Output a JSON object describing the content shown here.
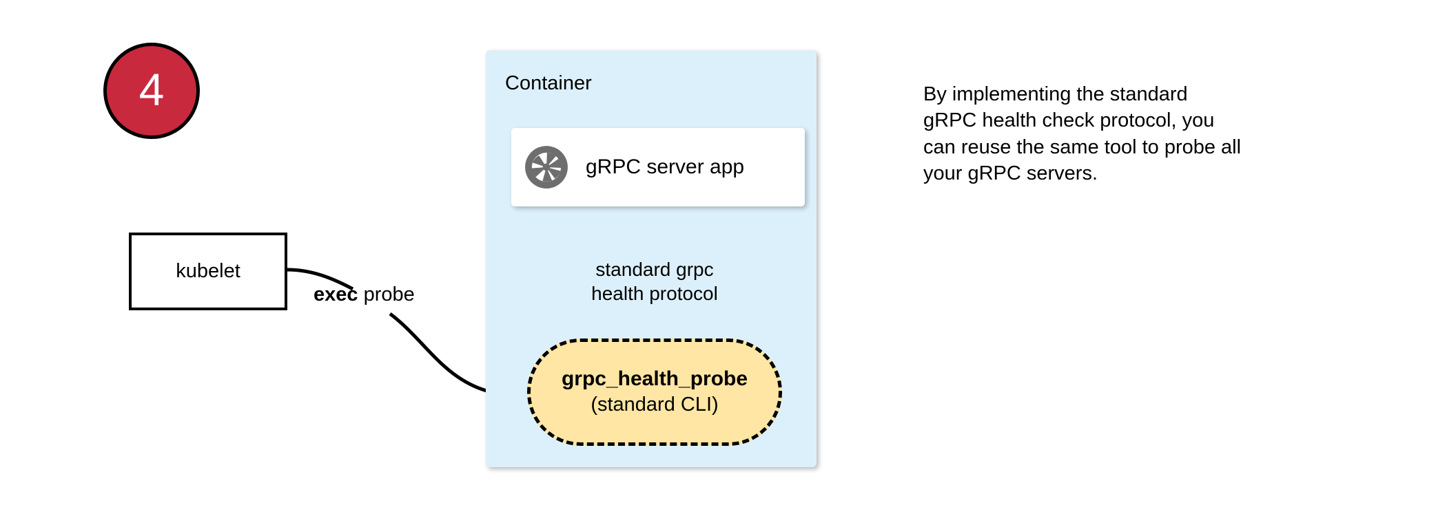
{
  "step": {
    "number": "4",
    "badge_color": "#c9293c",
    "badge_text_color": "#ffffff"
  },
  "kubelet": {
    "label": "kubelet"
  },
  "container": {
    "title": "Container",
    "fill_color": "#dcf0fb"
  },
  "server_card": {
    "icon": "aperture-icon",
    "label": "gRPC server app",
    "icon_color": "#6e6e6e"
  },
  "probe_node": {
    "title": "grpc_health_probe",
    "subtitle": "(standard CLI)",
    "fill_color": "#ffe6a5",
    "border_style": "dashed",
    "border_color": "#000000"
  },
  "connectors": {
    "exec_probe": {
      "label_bold": "exec",
      "label_rest": " probe"
    },
    "protocol": {
      "line1": "standard grpc",
      "line2": "health protocol"
    }
  },
  "note": {
    "line1": "By implementing the standard",
    "line2": "gRPC health check protocol, you",
    "line3": "can reuse the same tool to probe all",
    "line4": "your gRPC servers."
  },
  "chart_data": {
    "type": "diagram",
    "title": "gRPC health probe via kubelet exec probe",
    "nodes": [
      {
        "id": "step-badge",
        "label": "4",
        "shape": "circle",
        "fill": "#c9293c"
      },
      {
        "id": "kubelet",
        "label": "kubelet",
        "shape": "rect",
        "fill": "#ffffff"
      },
      {
        "id": "container",
        "label": "Container",
        "shape": "rounded-rect",
        "fill": "#dcf0fb"
      },
      {
        "id": "grpc-server-app",
        "label": "gRPC server app",
        "shape": "rounded-rect",
        "fill": "#ffffff",
        "parent": "container"
      },
      {
        "id": "grpc-health-probe",
        "label": "grpc_health_probe (standard CLI)",
        "shape": "stadium-dashed",
        "fill": "#ffe6a5",
        "parent": "container"
      }
    ],
    "edges": [
      {
        "from": "kubelet",
        "to": "grpc-health-probe",
        "label": "exec probe",
        "style": "curved-solid-arrow"
      },
      {
        "from": "grpc-health-probe",
        "to": "grpc-server-app",
        "label": "standard grpc health protocol",
        "style": "straight-solid-arrow"
      }
    ]
  }
}
